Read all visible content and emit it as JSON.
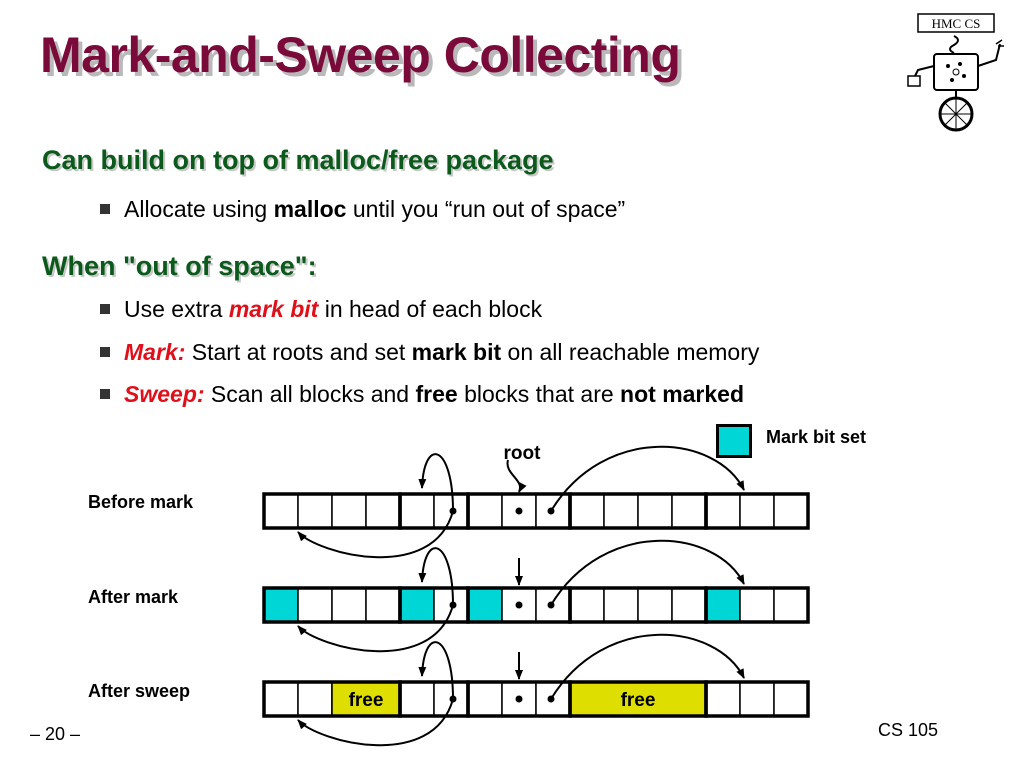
{
  "slide": {
    "title": "Mark-and-Sweep Collecting",
    "sections": [
      {
        "heading": "Can build on top of malloc/free package",
        "bullets": [
          {
            "parts": [
              {
                "text": "Allocate using "
              },
              {
                "text": "malloc",
                "style": "b"
              },
              {
                "text": " until you “run out of space”"
              }
            ]
          }
        ]
      },
      {
        "heading": "When \"out of space\":",
        "bullets": [
          {
            "parts": [
              {
                "text": "Use extra "
              },
              {
                "text": "mark bit",
                "style": "red"
              },
              {
                "text": " in head of each block"
              }
            ]
          },
          {
            "parts": [
              {
                "text": "Mark:",
                "style": "red"
              },
              {
                "text": " Start at roots and set "
              },
              {
                "text": "mark bit",
                "style": "b"
              },
              {
                "text": " on all reachable memory"
              }
            ]
          },
          {
            "parts": [
              {
                "text": "Sweep:",
                "style": "red"
              },
              {
                "text": " Scan all blocks and "
              },
              {
                "text": "free",
                "style": "b"
              },
              {
                "text": " blocks that are "
              },
              {
                "text": "not marked",
                "style": "b"
              }
            ]
          }
        ]
      }
    ],
    "footer": {
      "page": "– 20 –",
      "course": "CS 105"
    },
    "logo": {
      "top_text": "HMC CS"
    }
  },
  "diagram": {
    "legend_label": "Mark bit set",
    "root_label": "root",
    "free_label": "free",
    "rows": [
      {
        "label": "Before mark",
        "marked": [],
        "free": []
      },
      {
        "label": "After mark",
        "marked": [
          0,
          4,
          6,
          13
        ],
        "free": []
      },
      {
        "label": "After sweep",
        "marked": [],
        "free": [
          [
            2,
            3
          ],
          [
            9,
            12
          ]
        ]
      }
    ],
    "colors": {
      "mark": "#00d6d6",
      "free": "#dede00",
      "title": "#7a0a3a",
      "heading": "#0b5a1c",
      "emph": "#e0101a"
    }
  }
}
